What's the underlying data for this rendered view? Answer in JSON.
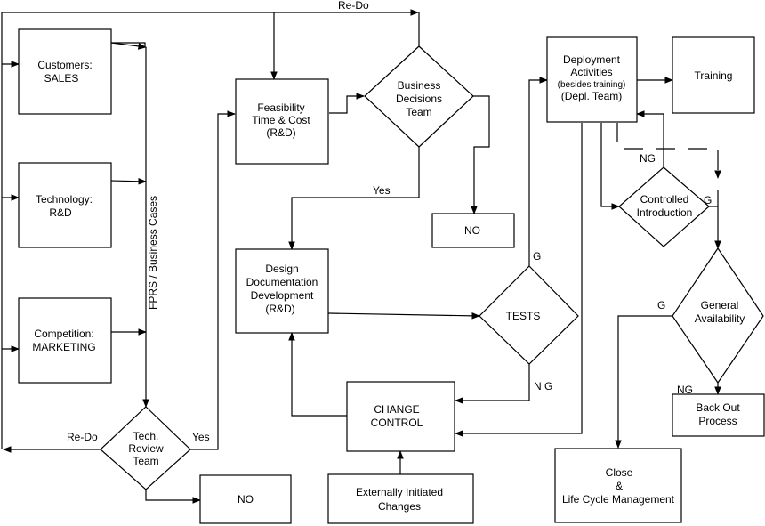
{
  "nodes": {
    "customers": [
      "Customers:",
      "SALES"
    ],
    "technology": [
      "Technology:",
      "R&D"
    ],
    "competition": [
      "Competition:",
      "MARKETING"
    ],
    "tech_review": [
      "Tech.",
      "Review",
      "Team"
    ],
    "no_tech": [
      "NO"
    ],
    "feasibility": [
      "Feasibility",
      "Time & Cost",
      "(R&D)"
    ],
    "business_decisions": [
      "Business",
      "Decisions",
      "Team"
    ],
    "no_business": [
      "NO"
    ],
    "design": [
      "Design",
      "Documentation",
      "Development",
      "(R&D)"
    ],
    "tests": [
      "TESTS"
    ],
    "change_control": [
      "CHANGE",
      "CONTROL"
    ],
    "external_changes": [
      "Externally Initiated",
      "Changes"
    ],
    "deployment": [
      "Deployment",
      "Activities",
      "(besides training)",
      "(Depl. Team)"
    ],
    "training": [
      "Training"
    ],
    "controlled_intro": [
      "Controlled",
      "Introduction"
    ],
    "general_availability": [
      "General",
      "Availability"
    ],
    "back_out": [
      "Back Out",
      "Process"
    ],
    "close": [
      "Close",
      "&",
      "Life Cycle Management"
    ]
  },
  "edge_labels": {
    "redo_top": "Re-Do",
    "redo_bottom": "Re-Do",
    "fprs": "FPRS / Business Cases",
    "yes_tech": "Yes",
    "yes_business": "Yes",
    "g_tests": "G",
    "ng_tests": "N G",
    "ng_controlled": "NG",
    "g_controlled": "G",
    "g_general": "G",
    "ng_general": "NG"
  }
}
